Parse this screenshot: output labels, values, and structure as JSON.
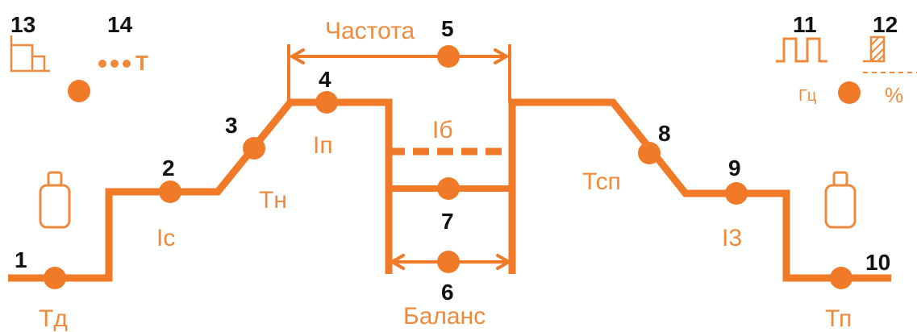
{
  "colors": {
    "accent": "#f07a28",
    "accent_light": "#ef8a3c",
    "text": "#111111"
  },
  "numbers": {
    "n1": "1",
    "n2": "2",
    "n3": "3",
    "n4": "4",
    "n5": "5",
    "n6": "6",
    "n7": "7",
    "n8": "8",
    "n9": "9",
    "n10": "10",
    "n11": "11",
    "n12": "12",
    "n13": "13",
    "n14": "14"
  },
  "labels": {
    "td": "Тд",
    "ic": "Ic",
    "tn": "Тн",
    "ip": "Iп",
    "ib": "Iб",
    "tsp": "Тсп",
    "iz": "I3",
    "tp": "Тп",
    "chastota": "Частота",
    "balans": "Баланс"
  },
  "icons": {
    "mode_t": "T",
    "freq_unit": "Гц",
    "percent": "%",
    "gas_left": "gas-cylinder-icon",
    "gas_right": "gas-cylinder-icon",
    "hold_mode": "step-mode-icon",
    "pulse": "pulse-icon",
    "duty": "duty-cycle-icon"
  }
}
